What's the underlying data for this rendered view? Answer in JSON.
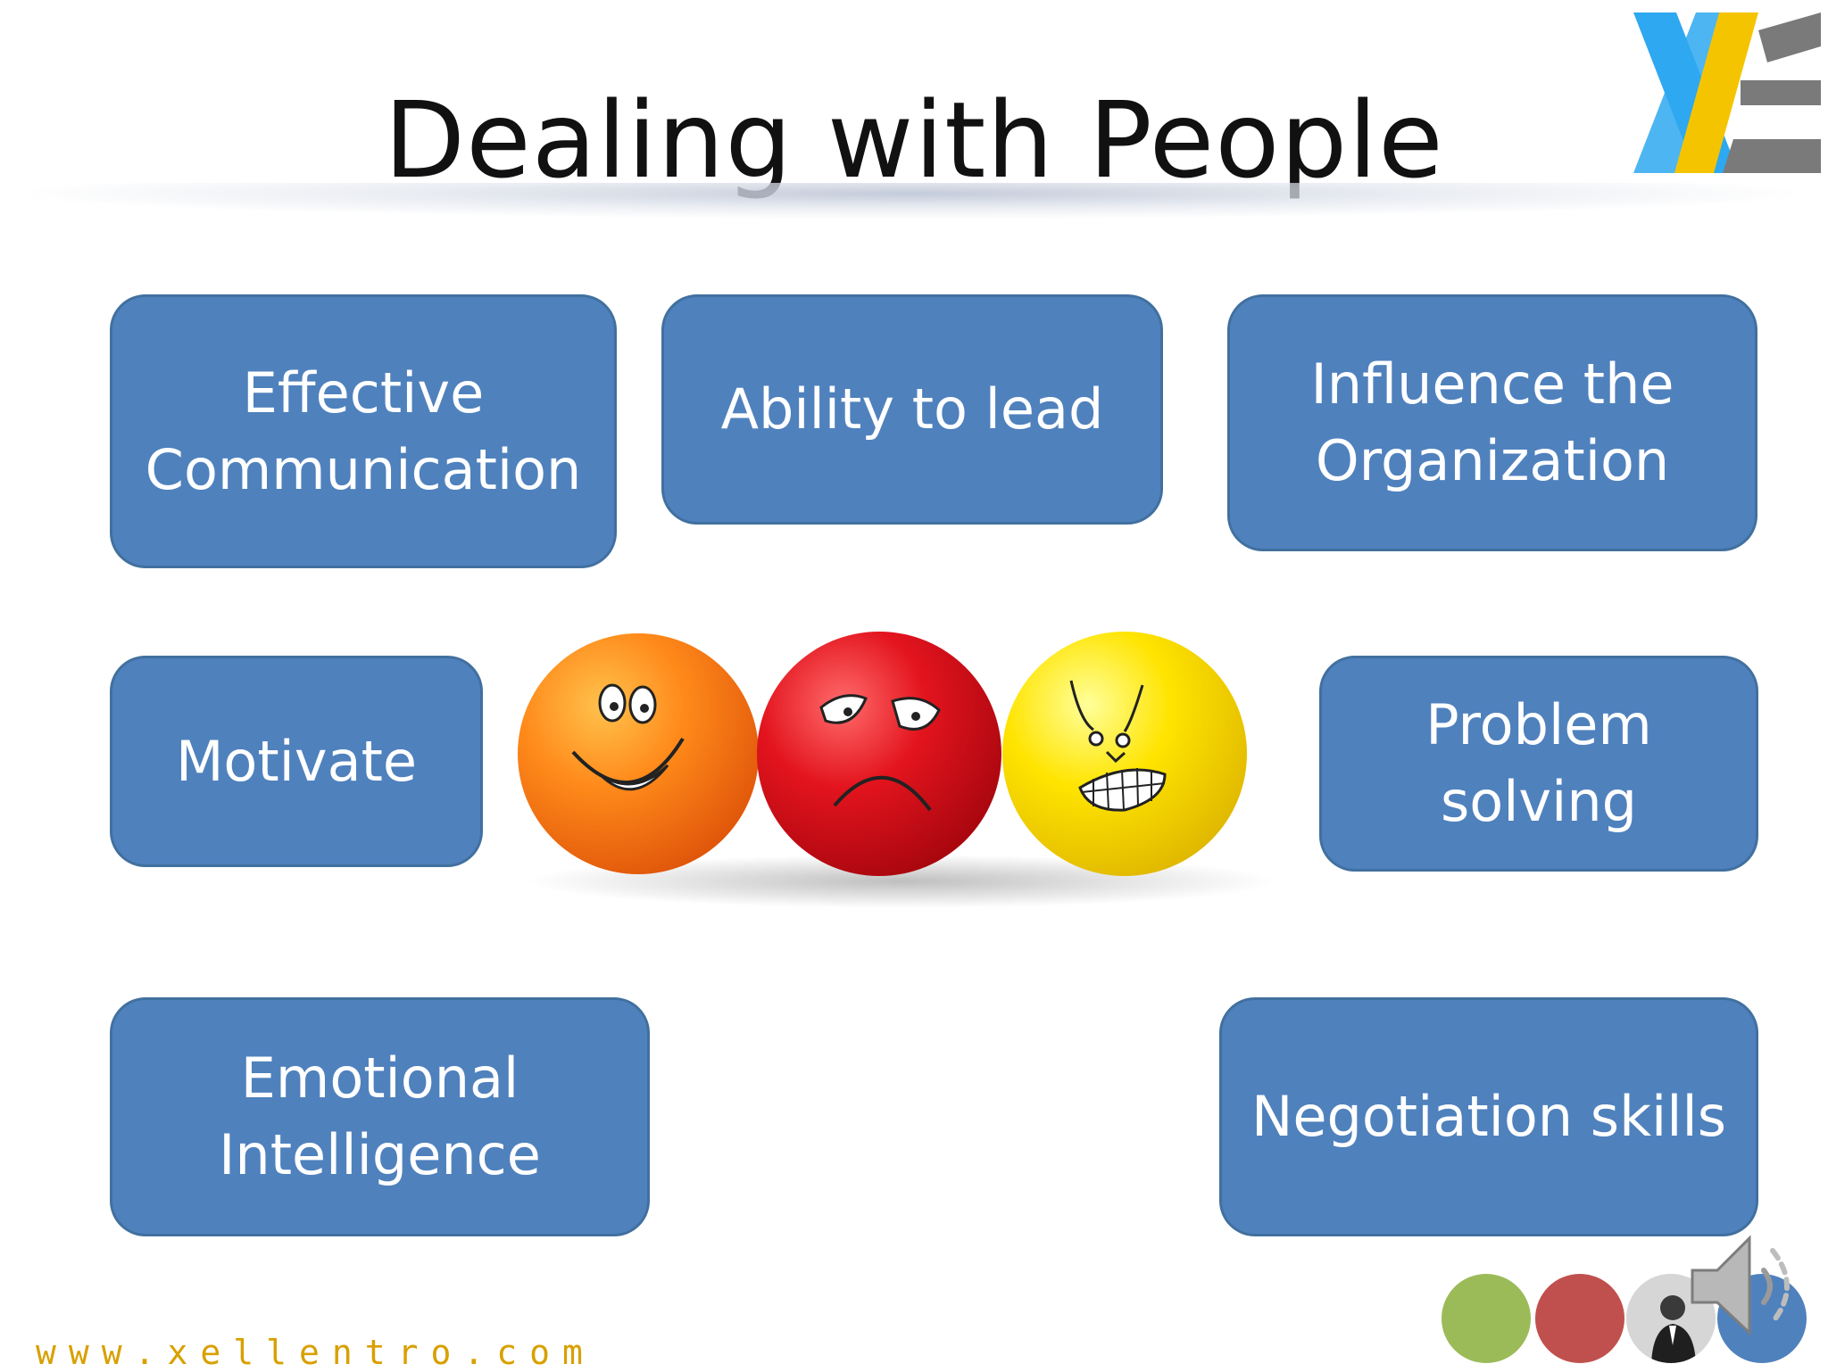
{
  "slide": {
    "title": "Dealing with People",
    "footer_url": "www.xellentro.com"
  },
  "boxes": {
    "effective_communication": "Effective\nCommunication",
    "ability_to_lead": "Ability to lead",
    "influence_organization": "Influence the\nOrganization",
    "motivate": "Motivate",
    "problem_solving": "Problem\nsolving",
    "emotional_intelligence": "Emotional\nIntelligence",
    "negotiation_skills": "Negotiation skills"
  },
  "colors": {
    "box_fill": "#4f81bd",
    "box_text": "#ffffff",
    "logo_blue": "#2ea8f0",
    "logo_yellow": "#f5c400",
    "logo_gray": "#7a7a7a",
    "url_color": "#d8a000"
  },
  "icons": {
    "logo": "xellentro-logo",
    "speaker": "speaker-icon",
    "stress_balls": "stress-balls-image"
  }
}
